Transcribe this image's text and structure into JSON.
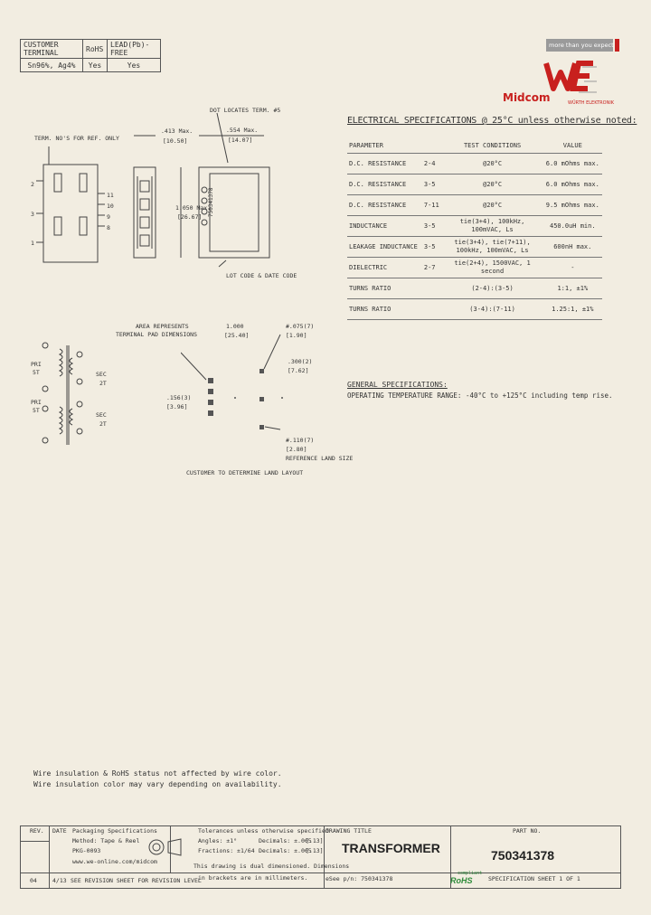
{
  "header_table": {
    "col1": "CUSTOMER TERMINAL",
    "col2": "RoHS",
    "col3": "LEAD(Pb)-FREE",
    "row1": "Sn96%, Ag4%",
    "row1_rohs": "Yes",
    "row1_lead": "Yes"
  },
  "brand": {
    "tagline": "more than you expect",
    "company": "Midcom",
    "sub": "WÜRTH ELEKTRONIK"
  },
  "elec_title": "ELECTRICAL SPECIFICATIONS @ 25°C unless otherwise noted:",
  "spec_headers": {
    "param": "PARAMETER",
    "cond": "TEST CONDITIONS",
    "value": "VALUE"
  },
  "specs": [
    {
      "param": "D.C. RESISTANCE",
      "pins": "2-4",
      "cond": "@20°C",
      "value": "6.0 mOhms max."
    },
    {
      "param": "D.C. RESISTANCE",
      "pins": "3-5",
      "cond": "@20°C",
      "value": "6.0 mOhms max."
    },
    {
      "param": "D.C. RESISTANCE",
      "pins": "7-11",
      "cond": "@20°C",
      "value": "9.5 mOhms max."
    },
    {
      "param": "INDUCTANCE",
      "pins": "3-5",
      "cond": "tie(3+4), 100kHz, 100mVAC, Ls",
      "value": "450.0uH min."
    },
    {
      "param": "LEAKAGE INDUCTANCE",
      "pins": "3-5",
      "cond": "tie(3+4), tie(7+11), 100kHz, 100mVAC, Ls",
      "value": "600nH max."
    },
    {
      "param": "DIELECTRIC",
      "pins": "2-7",
      "cond": "tie(2+4), 1500VAC, 1 second",
      "value": "-"
    },
    {
      "param": "TURNS RATIO",
      "pins": "",
      "cond": "(2-4):(3-5)",
      "value": "1:1, ±1%"
    },
    {
      "param": "TURNS RATIO",
      "pins": "",
      "cond": "(3-4):(7-11)",
      "value": "1.25:1, ±1%"
    }
  ],
  "general": {
    "title": "GENERAL SPECIFICATIONS:",
    "text": "OPERATING TEMPERATURE RANGE: -40°C to +125°C including temp rise."
  },
  "drawing": {
    "term_note": "TERM. NO'S FOR REF. ONLY",
    "dot_note": "DOT LOCATES TERM. #5",
    "dim_w": ".413 Max.",
    "dim_w_mm": "[10.50]",
    "dim_h": ".554 Max.",
    "dim_h_mm": "[14.07]",
    "dim_l": "1.050 Max.",
    "dim_l_mm": "[26.67]",
    "lot_note": "LOT CODE & DATE CODE",
    "part_mark": "750341378",
    "pad_note1": "AREA REPRESENTS",
    "pad_note2": "TERMINAL PAD DIMENSIONS",
    "pad_w": "1.000",
    "pad_w_mm": "[25.40]",
    "pad_d1": "#.075(7)",
    "pad_d1_mm": "[1.90]",
    "pad_d2": ".300(2)",
    "pad_d2_mm": "[7.62]",
    "pad_d3": ".156(3)",
    "pad_d3_mm": "[3.96]",
    "pad_d4": "#.110(7)",
    "pad_d4_mm": "[2.80]",
    "ref_land": "REFERENCE LAND SIZE",
    "land_note": "CUSTOMER TO DETERMINE LAND LAYOUT",
    "pri1": "PRI",
    "pri1_t": "5T",
    "sec1": "SEC",
    "sec1_t": "2T",
    "pri2": "PRI",
    "pri2_t": "5T",
    "sec2": "SEC",
    "sec2_t": "2T"
  },
  "notes": [
    "Wire insulation & RoHS status not affected by wire color.",
    "Wire insulation color may vary depending on availability."
  ],
  "title_block": {
    "rev_label": "REV.",
    "date_label": "DATE",
    "packaging1": "Packaging Specifications",
    "packaging2": "Method: Tape & Reel",
    "packaging3": "PKG-0093",
    "website": "www.we-online.com/midcom",
    "tol1": "Tolerances unless otherwise specified",
    "tol2": "Angles: ±1°",
    "tol3": "Decimals: ±.005",
    "tol3_mm": "[.13]",
    "tol4": "Fractions: ±1/64",
    "tol5": "Decimals: ±.005",
    "tol5_mm": "[.13]",
    "scale_note": "This drawing is dual dimensioned. Dimensions",
    "scale_note2": "in brackets are in millimeters.",
    "rev": "04",
    "rev_date": "4/13",
    "rev_note": "SEE REVISION SHEET FOR REVISION LEVEL",
    "drawing_title_label": "DRAWING TITLE",
    "drawing_title": "TRANSFORMER",
    "part_no_label": "PART NO.",
    "part_no": "750341378",
    "esee": "eSee p/n: 750341378",
    "compliant": "compliant",
    "rohs": "RoHS",
    "sheet": "SPECIFICATION SHEET 1 OF 1"
  },
  "colors": {
    "brand_red": "#c8201e",
    "background": "#f2ede1",
    "rohs_green": "#2e8b3a"
  }
}
